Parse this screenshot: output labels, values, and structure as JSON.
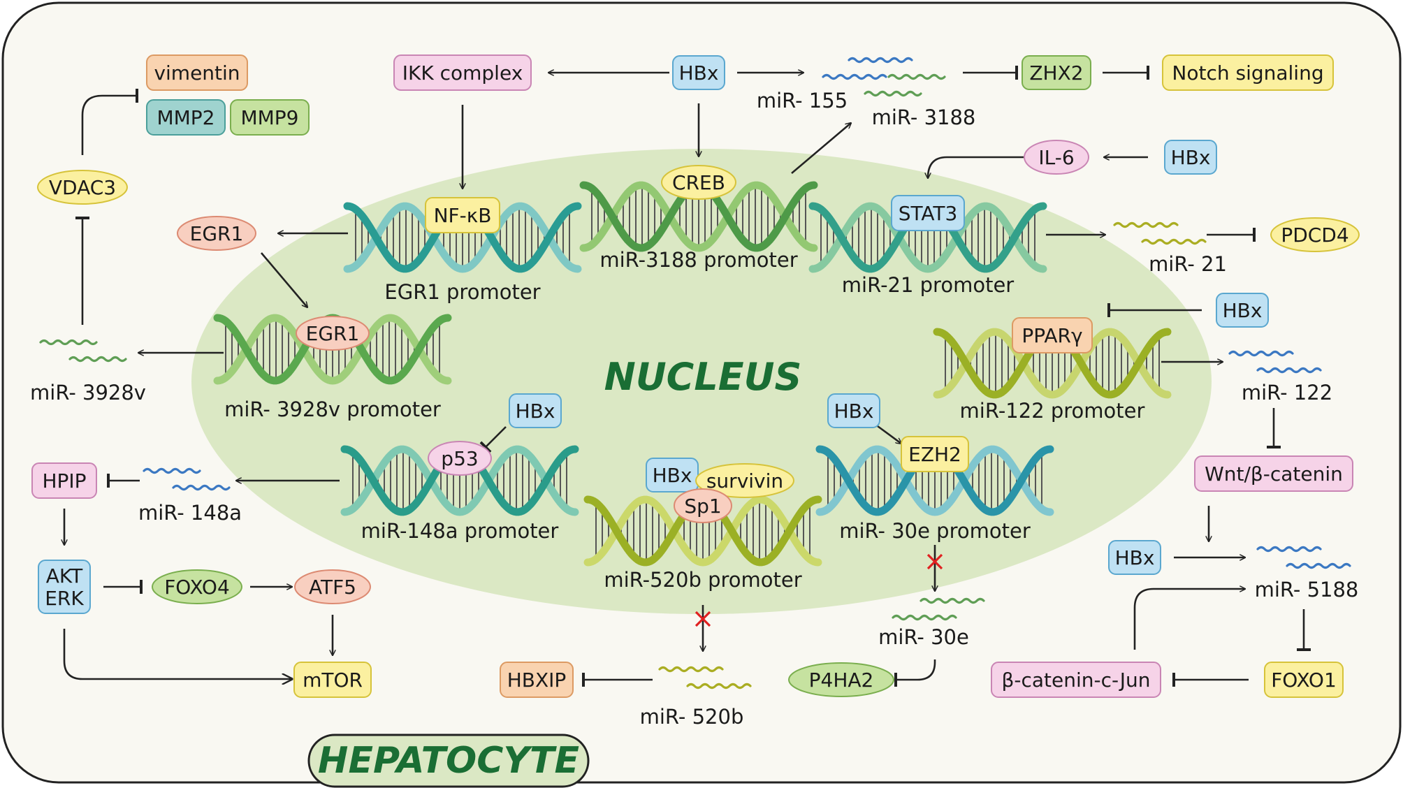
{
  "cell_label": "HEPATOCYTE",
  "nucleus_label": "NUCLEUS",
  "colors": {
    "cell_fill": "#f9f8f2",
    "nucleus_fill": "#dbe8c4",
    "cell_label_text": "#1a6e34",
    "nucleus_label_text": "#1a6e34",
    "blue_box": "#bfe1f3",
    "pink_box": "#f6d3e8",
    "salmon_box": "#f8cfc0",
    "yellow_box": "#fbf0a0",
    "green_box": "#c6e2a0",
    "orange_box": "#f9d3b0",
    "teal_box": "#9fd3cf",
    "mirna_blue": "#3b78c2",
    "mirna_green": "#5f9e55",
    "mirna_olive": "#aaad22",
    "blocked_mark": "#e02020"
  },
  "nodes": {
    "hbx_top": "HBx",
    "ikk": "IKK complex",
    "mir155": "miR- 155",
    "mir3188": "miR- 3188",
    "zhx2": "ZHX2",
    "notch": "Notch signaling",
    "vimentin": "vimentin",
    "mmp2": "MMP2",
    "mmp9": "MMP9",
    "vdac3": "VDAC3",
    "egr1_cyto": "EGR1",
    "nfkb": "NF-κB",
    "egr1_promoter": "EGR1 promoter",
    "creb": "CREB",
    "mir3188_promoter": "miR-3188 promoter",
    "il6": "IL-6",
    "hbx_il6": "HBx",
    "stat3": "STAT3",
    "mir21_promoter": "miR-21 promoter",
    "mir21": "miR- 21",
    "pdcd4": "PDCD4",
    "hbx_ppar": "HBx",
    "ppar": "PPARγ",
    "mir122_promoter": "miR-122 promoter",
    "mir122": "miR- 122",
    "egr1_nuc": "EGR1",
    "mir3928v_promoter": "miR- 3928v promoter",
    "mir3928v": "miR- 3928v",
    "hbx_p53": "HBx",
    "p53": "p53",
    "mir148a_promoter": "miR-148a promoter",
    "mir148a": "miR- 148a",
    "hpip": "HPIP",
    "akt": "AKT",
    "erk": "ERK",
    "foxo4": "FOXO4",
    "atf5": "ATF5",
    "mtor": "mTOR",
    "hbx_sp1": "HBx",
    "survivin": "survivin",
    "sp1": "Sp1",
    "mir520b_promoter": "miR-520b promoter",
    "mir520b": "miR- 520b",
    "hbxip": "HBXIP",
    "hbx_ezh2": "HBx",
    "ezh2": "EZH2",
    "mir30e_promoter": "miR- 30e promoter",
    "mir30e": "miR- 30e",
    "p4ha2": "P4HA2",
    "wnt": "Wnt/β-catenin",
    "hbx_5188": "HBx",
    "mir5188": "miR- 5188",
    "foxo1": "FOXO1",
    "bcat_cjun": "β-catenin-c-Jun"
  }
}
